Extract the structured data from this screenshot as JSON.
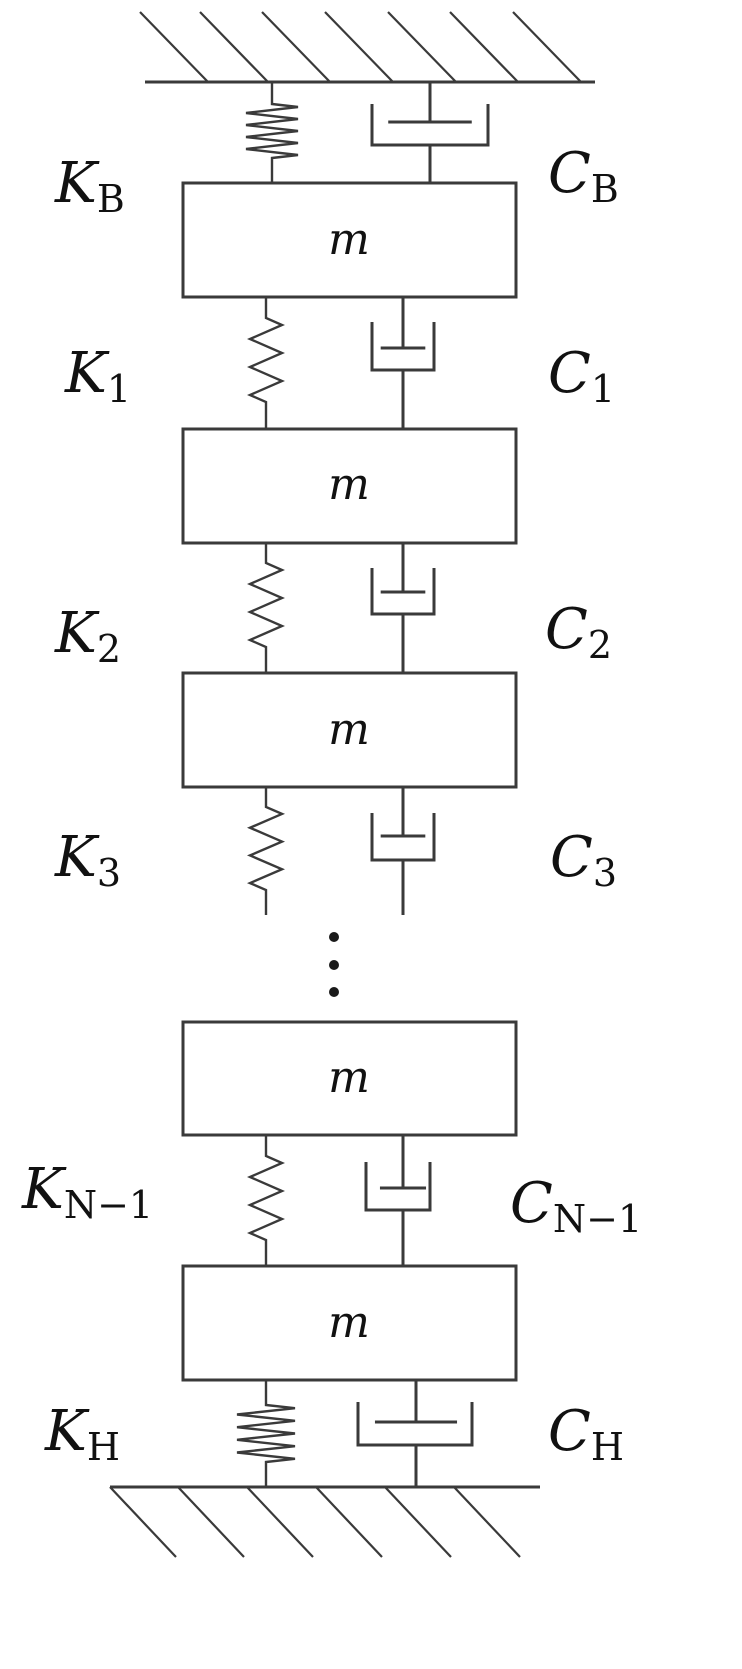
{
  "diagram": {
    "mass_label": "m",
    "k_symbol": "K",
    "c_symbol": "C",
    "springs": [
      {
        "sub": "B"
      },
      {
        "sub": "1"
      },
      {
        "sub": "2"
      },
      {
        "sub": "3"
      },
      {
        "sub": "N−1"
      },
      {
        "sub": "H"
      }
    ],
    "dampers": [
      {
        "sub": "B"
      },
      {
        "sub": "1"
      },
      {
        "sub": "2"
      },
      {
        "sub": "3"
      },
      {
        "sub": "N−1"
      },
      {
        "sub": "H"
      }
    ]
  },
  "colors": {
    "line": "#3a3a3a",
    "text": "#111111",
    "background": "#ffffff"
  }
}
